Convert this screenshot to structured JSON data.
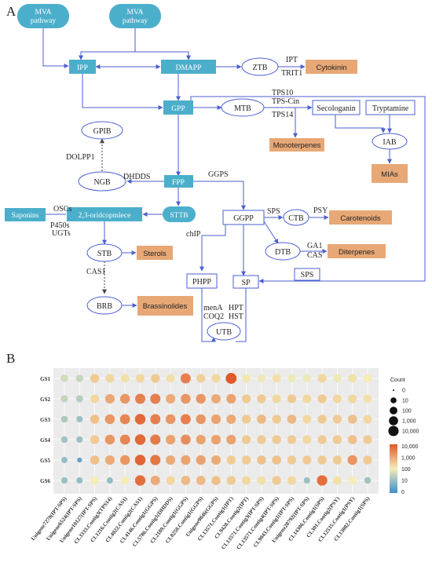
{
  "panel_a": {
    "label": "A",
    "nodes": {
      "mva1": "MVA pathway",
      "mva2": "MVA pathway",
      "ipp": "IPP",
      "dmapp": "DMAPP",
      "ztb": "ZTB",
      "cytokinin": "Cytokinin",
      "gpp": "GPP",
      "mtb": "MTB",
      "secologanin": "Secologanin",
      "tryptamine": "Tryptamine",
      "iab": "IAB",
      "mias": "MIAs",
      "monoterpenes": "Monoterpenes",
      "gpib": "GPIB",
      "ngb": "NGB",
      "fpp": "FPP",
      "sttb": "STTB",
      "oxido": "2,3-oridcopmlece",
      "saponins": "Saponins",
      "stb": "STB",
      "sterols": "Sterols",
      "brb": "BRB",
      "brassinolides": "Brassinolides",
      "ggpp": "GGPP",
      "ctb": "CTB",
      "carotenoids": "Carotenoids",
      "dtb": "DTB",
      "diterpenes": "Diterpenes",
      "phpp": "PHPP",
      "sp": "SP",
      "utb": "UTB"
    },
    "enzymes": {
      "ipt": "IPT",
      "trit1": "TRIT1",
      "tps10": "TPS10",
      "tpscin": "TPS-Cin",
      "tps14": "TPS14",
      "dolpp1": "DOLPP1",
      "dhdds": "DHDDS",
      "ggps": "GGPS",
      "oscs": "OSCs",
      "p450s": "P450s",
      "ugts": "UGTs",
      "cas1": "CAS1",
      "sps1": "SPS",
      "psy": "PSY",
      "ga1": "GA1",
      "cas": "CAS",
      "chip": "chIP",
      "sps2": "SPS",
      "mena": "menA",
      "coq2": "COQ2",
      "hpt": "HPT",
      "hst": "HST"
    },
    "colors": {
      "blue_node": "#4BAFCB",
      "orange_node": "#E8A876",
      "line": "#4A5FD0"
    }
  },
  "panel_b": {
    "label": "B",
    "chart_data": {
      "type": "dot-heatmap",
      "rows": [
        "GS1",
        "GS2",
        "GS3",
        "GS4",
        "GS5",
        "GS6"
      ],
      "columns": [
        "Unigene7270(IPT-SPS)",
        "Unigene6524(IPT-SPS)",
        "Unigene10127(IPT-SPS)",
        "CL3333.Contig3(TPS14)",
        "CL1216.Contig2(CAS1)",
        "CL4022.Contig2(CAS1)",
        "CL4146.Contig1(GGPS)",
        "CL5786.Contig1(DHDDS)",
        "CL2189.Contig1(GGPS)",
        "CL8250.Contig1(GGPS)",
        "Unigene9846(GGPS)",
        "CL13571.Contig1(IPT)",
        "CL9428.Contig2(IPT)",
        "CL13571.Contig3(IPT-SPS)",
        "CL13571.Contig4(IPT-SPS)",
        "CL9043.Contig1(IPT-SPS)",
        "Unigene28792(IPT-SPS)",
        "CL14306.Contig1(SPS)",
        "CL301.Contig2(PSY)",
        "CL12535.Contig1(PSY)",
        "CL13082.Contig1(SPS)"
      ],
      "values": [
        [
          40,
          30,
          300,
          200,
          150,
          200,
          300,
          150,
          3000,
          250,
          200,
          15000,
          120,
          80,
          150,
          80,
          80,
          200,
          80,
          150,
          100
        ],
        [
          30,
          20,
          200,
          900,
          1500,
          3000,
          3000,
          800,
          1500,
          1500,
          800,
          1000,
          300,
          300,
          200,
          300,
          200,
          300,
          200,
          200,
          150
        ],
        [
          15,
          10,
          400,
          1500,
          2500,
          6000,
          3000,
          1500,
          3000,
          1500,
          1000,
          800,
          300,
          500,
          300,
          500,
          200,
          300,
          300,
          400,
          200
        ],
        [
          12,
          10,
          300,
          1500,
          2500,
          6000,
          3500,
          1000,
          2000,
          1000,
          1000,
          1000,
          300,
          300,
          300,
          300,
          200,
          300,
          300,
          400,
          300
        ],
        [
          8,
          2,
          400,
          800,
          1500,
          7000,
          4000,
          800,
          1000,
          1000,
          800,
          300,
          300,
          400,
          400,
          300,
          300,
          300,
          300,
          1500,
          300
        ],
        [
          10,
          8,
          100,
          8,
          100,
          5000,
          800,
          200,
          500,
          500,
          400,
          300,
          200,
          150,
          300,
          200,
          10,
          5000,
          150,
          100,
          12
        ]
      ],
      "size_legend": {
        "title": "Count",
        "levels": [
          "0",
          "10",
          "100",
          "1,000",
          "10,000"
        ]
      },
      "color_legend": {
        "ticks": [
          "10,000",
          "1,000",
          "100",
          "10",
          "0"
        ],
        "low": "#3B8FD1",
        "mid": "#F4EDB5",
        "high": "#E0592A"
      }
    }
  }
}
